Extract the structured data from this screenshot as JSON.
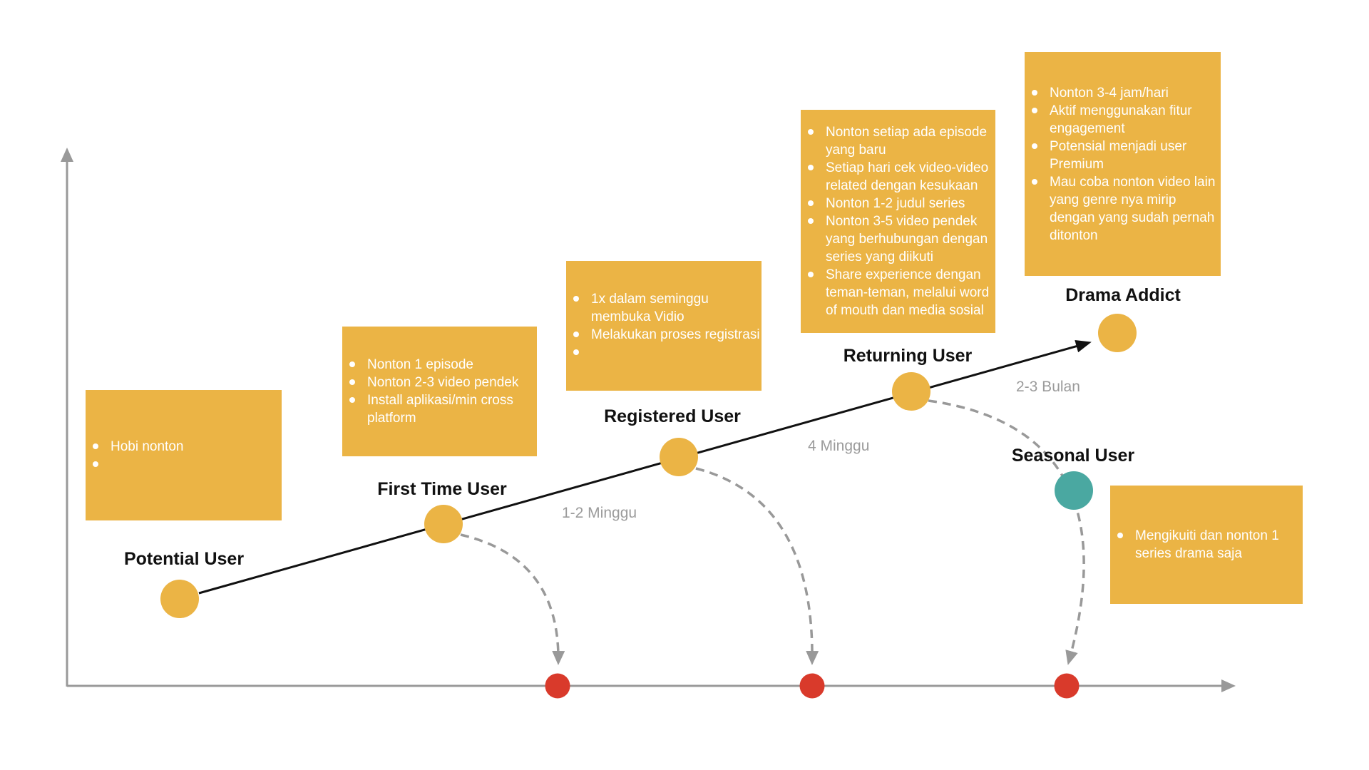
{
  "diagram": {
    "type": "user-journey-map",
    "colors": {
      "sticky_note": "#EBB445",
      "milestone_dot": "#EBB445",
      "seasonal_dot": "#4AA8A1",
      "dropout_dot": "#D93A2B",
      "axis": "#999999",
      "journey_line": "#111111",
      "duration_label": "#9B9B9B",
      "note_text": "#FFFFFF",
      "stage_label": "#111111"
    },
    "stages": [
      {
        "label": "Potential User",
        "items": [
          "Hobi nonton",
          ""
        ]
      },
      {
        "label": "First Time User",
        "items": [
          "Nonton 1 episode",
          "Nonton 2-3 video pendek",
          "Install aplikasi/min cross platform"
        ]
      },
      {
        "label": "Registered User",
        "items": [
          "1x dalam seminggu membuka Vidio",
          "Melakukan proses registrasi",
          ""
        ]
      },
      {
        "label": "Returning User",
        "items": [
          "Nonton setiap ada episode yang baru",
          "Setiap hari cek video-video related dengan kesukaan",
          "Nonton 1-2 judul series",
          "Nonton 3-5 video pendek yang berhubungan dengan series yang diikuti",
          "Share experience dengan teman-teman, melalui word of mouth dan media sosial"
        ]
      },
      {
        "label": "Drama Addict",
        "items": [
          "Nonton 3-4 jam/hari",
          "Aktif menggunakan fitur engagement",
          "Potensial menjadi user Premium",
          "Mau coba nonton video lain yang genre nya mirip dengan yang sudah pernah ditonton"
        ]
      },
      {
        "label": "Seasonal User",
        "items": [
          "Mengikuiti dan nonton 1 series drama saja"
        ]
      }
    ],
    "durations": [
      {
        "label": "1-2 Minggu"
      },
      {
        "label": "4 Minggu"
      },
      {
        "label": "2-3 Bulan"
      }
    ]
  }
}
